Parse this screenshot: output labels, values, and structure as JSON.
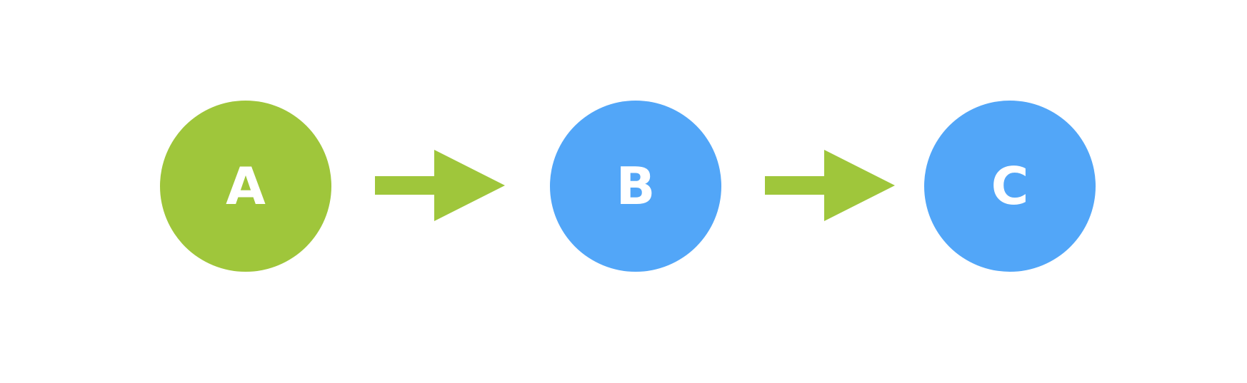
{
  "colors": {
    "green": "#9fc63b",
    "blue": "#52a6f8",
    "label": "#ffffff"
  },
  "nodes": [
    {
      "label": "A",
      "color": "green"
    },
    {
      "label": "B",
      "color": "blue"
    },
    {
      "label": "C",
      "color": "blue"
    }
  ],
  "edges": [
    {
      "from": "A",
      "to": "B",
      "color": "green"
    },
    {
      "from": "B",
      "to": "C",
      "color": "green"
    }
  ]
}
